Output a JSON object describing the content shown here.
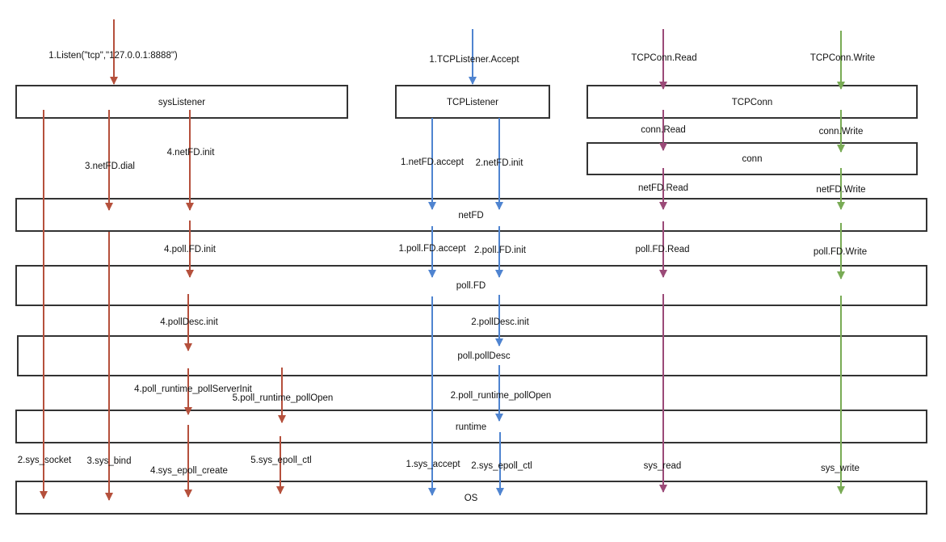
{
  "colors": {
    "listen": "#b5503c",
    "accept": "#4f84d0",
    "read": "#9b4a78",
    "write": "#79ab55",
    "box_border": "#333333"
  },
  "boxes": {
    "sysListener": "sysListener",
    "TCPListener": "TCPListener",
    "TCPConn": "TCPConn",
    "conn": "conn",
    "netFD": "netFD",
    "pollFD": "poll.FD",
    "pollDesc": "poll.pollDesc",
    "runtime": "runtime",
    "os": "OS"
  },
  "labels": {
    "listen_call": "1.Listen(\"tcp\",\"127.0.0.1:8888\")",
    "accept_call": "1.TCPListener.Accept",
    "read_call": "TCPConn.Read",
    "write_call": "TCPConn.Write",
    "conn_read": "conn.Read",
    "conn_write": "conn.Write",
    "netfd_dial": "3.netFD.dial",
    "netfd_init_4": "4.netFD.init",
    "netfd_accept": "1.netFD.accept",
    "netfd_init_2": "2.netFD.init",
    "netfd_read": "netFD.Read",
    "netfd_write": "netFD.Write",
    "pollfd_init_4": "4.poll.FD.init",
    "pollfd_accept": "1.poll.FD.accept",
    "pollfd_init_2": "2.poll.FD.init",
    "pollfd_read": "poll.FD.Read",
    "pollfd_write": "poll.FD.Write",
    "polldesc_init_4": "4.pollDesc.init",
    "polldesc_init_2": "2.pollDesc.init",
    "poll_server_init": "4.poll_runtime_pollServerInit",
    "poll_open_5": "5.poll_runtime_pollOpen",
    "poll_open_2": "2.poll_runtime_pollOpen",
    "sys_socket": "2.sys_socket",
    "sys_bind": "3.sys_bind",
    "sys_epoll_create": "4.sys_epoll_create",
    "sys_epoll_ctl_5": "5.sys_epoll_ctl",
    "sys_accept": "1.sys_accept",
    "sys_epoll_ctl_2": "2.sys_epoll_ctl",
    "sys_read": "sys_read",
    "sys_write": "sys_write"
  }
}
